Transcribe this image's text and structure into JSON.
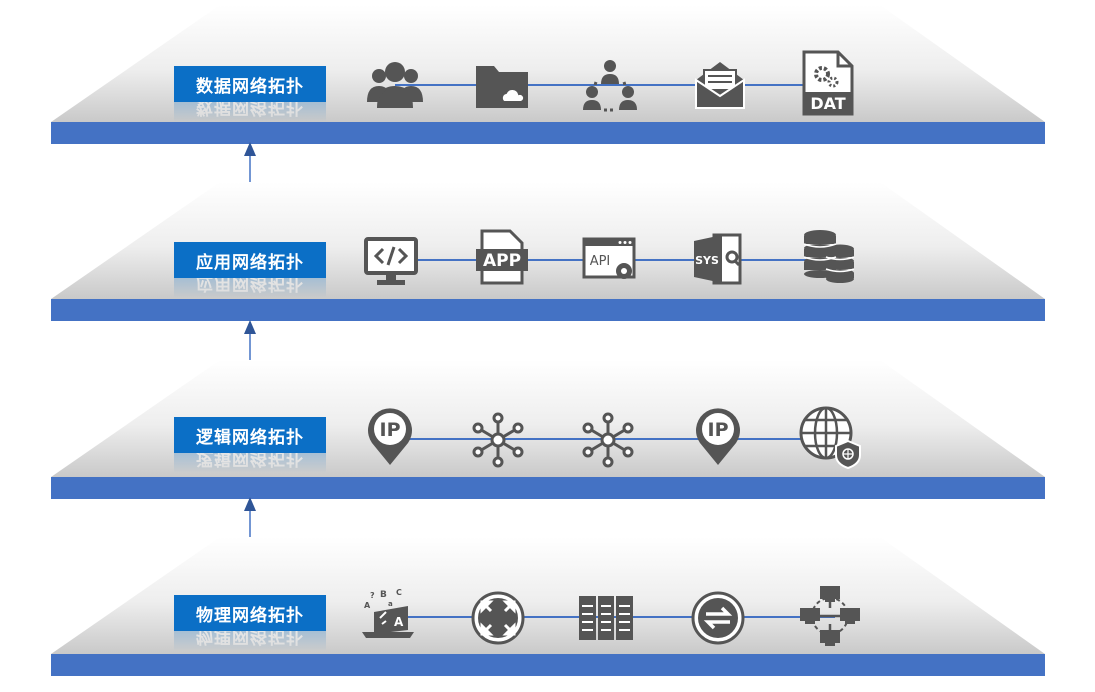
{
  "layers": [
    {
      "label": "数据网络拓扑",
      "icons": [
        "users-group-icon",
        "cloud-folder-icon",
        "team-network-icon",
        "email-icon",
        "dat-file-icon"
      ]
    },
    {
      "label": "应用网络拓扑",
      "icons": [
        "code-monitor-icon",
        "app-file-icon",
        "api-window-icon",
        "sys-file-icon",
        "database-icon"
      ]
    },
    {
      "label": "逻辑网络拓扑",
      "icons": [
        "ip-pin-icon",
        "network-node-icon",
        "network-node-icon",
        "ip-pin-icon",
        "globe-shield-icon"
      ]
    },
    {
      "label": "物理网络拓扑",
      "icons": [
        "laptop-letters-icon",
        "router-icon",
        "server-rack-icon",
        "switch-icon",
        "lan-network-icon"
      ]
    }
  ],
  "icon_text": {
    "dat": "DAT",
    "app": "APP",
    "api": "API",
    "sys": "SYS",
    "ip": "IP"
  },
  "colors": {
    "bar": "#4472c4",
    "label": "#0b6fc6",
    "icon": "#555555"
  }
}
